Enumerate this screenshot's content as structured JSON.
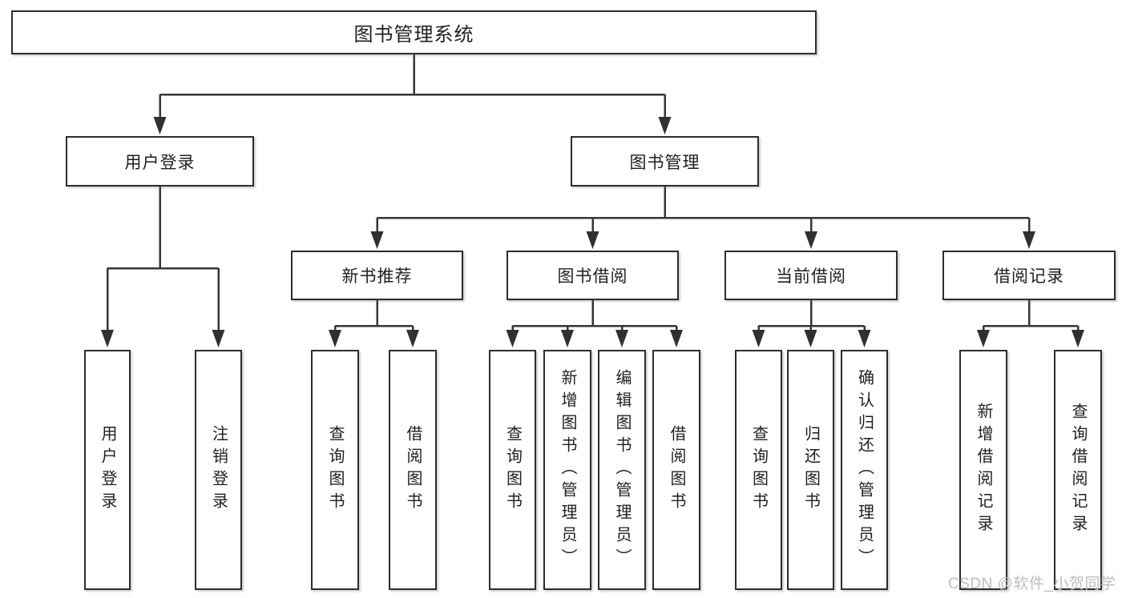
{
  "diagram": {
    "title": "图书管理系统",
    "watermark": "CSDN @软件_小贺同学",
    "colors": {
      "line": "#363636",
      "box_border": "#2d2d2d",
      "text": "#1f1f1f",
      "watermark": "#bdbdbd",
      "background": "#ffffff"
    },
    "tree": {
      "label": "图书管理系统",
      "children": [
        {
          "label": "用户登录",
          "children": [
            {
              "label": "用户登录"
            },
            {
              "label": "注销登录"
            }
          ]
        },
        {
          "label": "图书管理",
          "children": [
            {
              "label": "新书推荐",
              "children": [
                {
                  "label": "查询图书"
                },
                {
                  "label": "借阅图书"
                }
              ]
            },
            {
              "label": "图书借阅",
              "children": [
                {
                  "label": "查询图书"
                },
                {
                  "label": "新增图书（管理员）"
                },
                {
                  "label": "编辑图书（管理员）"
                },
                {
                  "label": "借阅图书"
                }
              ]
            },
            {
              "label": "当前借阅",
              "children": [
                {
                  "label": "查询图书"
                },
                {
                  "label": "归还图书"
                },
                {
                  "label": "确认归还（管理员）"
                }
              ]
            },
            {
              "label": "借阅记录",
              "children": [
                {
                  "label": "新增借阅记录"
                },
                {
                  "label": "查询借阅记录"
                }
              ]
            }
          ]
        }
      ]
    }
  }
}
